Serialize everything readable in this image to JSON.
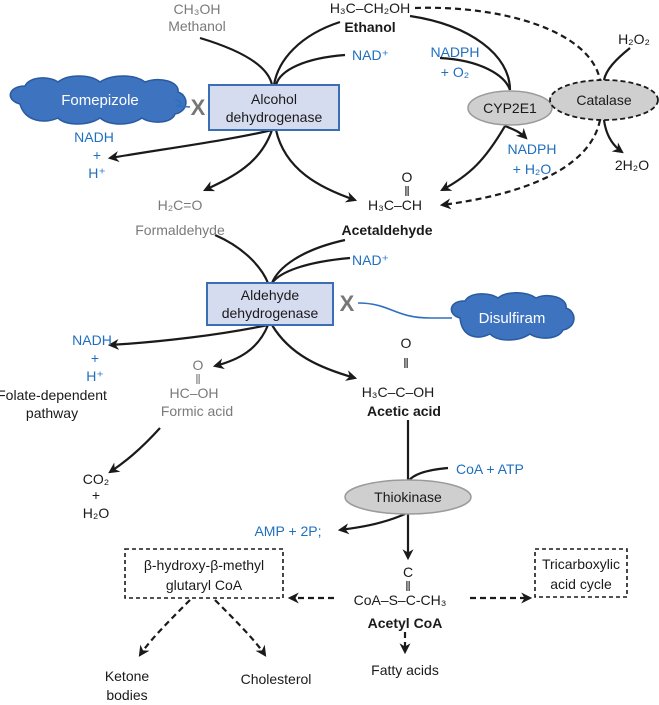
{
  "reactants": {
    "methanol_formula": "CH₃OH",
    "methanol": "Methanol",
    "ethanol_formula": "H₃C–CH₂OH",
    "ethanol": "Ethanol"
  },
  "cofactors": {
    "nad1": "NAD⁺",
    "nad2": "NAD⁺",
    "nadph_o2": [
      "NADPH",
      "+ O₂"
    ],
    "nadph_h2o": [
      "NADPH",
      "+ H₂O"
    ],
    "nadh1": [
      "NADH",
      "+",
      "H⁺"
    ],
    "nadh2": [
      "NADH",
      "+",
      "H⁺"
    ],
    "coa_atp": "CoA + ATP",
    "amp": "AMP + 2P;",
    "h2o2": "H₂O₂",
    "h2o_2": "2H₂O"
  },
  "enzymes": {
    "adh": [
      "Alcohol",
      "dehydrogenase"
    ],
    "aldh": [
      "Aldehyde",
      "dehydrogenase"
    ],
    "cyp2e1": "CYP2E1",
    "catalase": "Catalase",
    "thiokinase": "Thiokinase"
  },
  "inhibitors": {
    "fomepizole": "Fomepizole",
    "disulfiram": "Disulfiram",
    "x_mark": "X"
  },
  "intermediates": {
    "formaldehyde_formula": "H₂C=O",
    "formaldehyde": "Formaldehyde",
    "acetaldehyde_o": "O",
    "acetaldehyde_bond": "‖",
    "acetaldehyde_formula": "H₃C–CH",
    "acetaldehyde": "Acetaldehyde",
    "formic_o": "O",
    "formic_bond": "‖",
    "formic_formula": "HC–OH",
    "formic": "Formic acid",
    "acetic_o": "O",
    "acetic_bond": "‖",
    "acetic_formula": "H₃C–C–OH",
    "acetic": "Acetic acid",
    "folate": [
      "Folate-dependent",
      "pathway"
    ],
    "co2_h2o": [
      "CO₂",
      "+",
      "H₂O"
    ],
    "acetylcoa_c": "C",
    "acetylcoa_bond": "‖",
    "acetylcoa_formula": "CoA–S–C-CH₃",
    "acetylcoa": "Acetyl CoA"
  },
  "products": {
    "hmg": [
      "β-hydroxy-β-methyl",
      "glutaryl CoA"
    ],
    "tca": [
      "Tricarboxylic",
      "acid cycle"
    ],
    "ketone": [
      "Ketone",
      "bodies"
    ],
    "cholesterol": "Cholesterol",
    "fatty": "Fatty acids"
  },
  "colors": {
    "cofactor": "#1f6fbf",
    "inhibitor": "#3e73c0",
    "enzyme_box": "#d6dcf0",
    "enzyme_ellipse": "#cfcfcf",
    "secondary": "#7a7a7a"
  }
}
